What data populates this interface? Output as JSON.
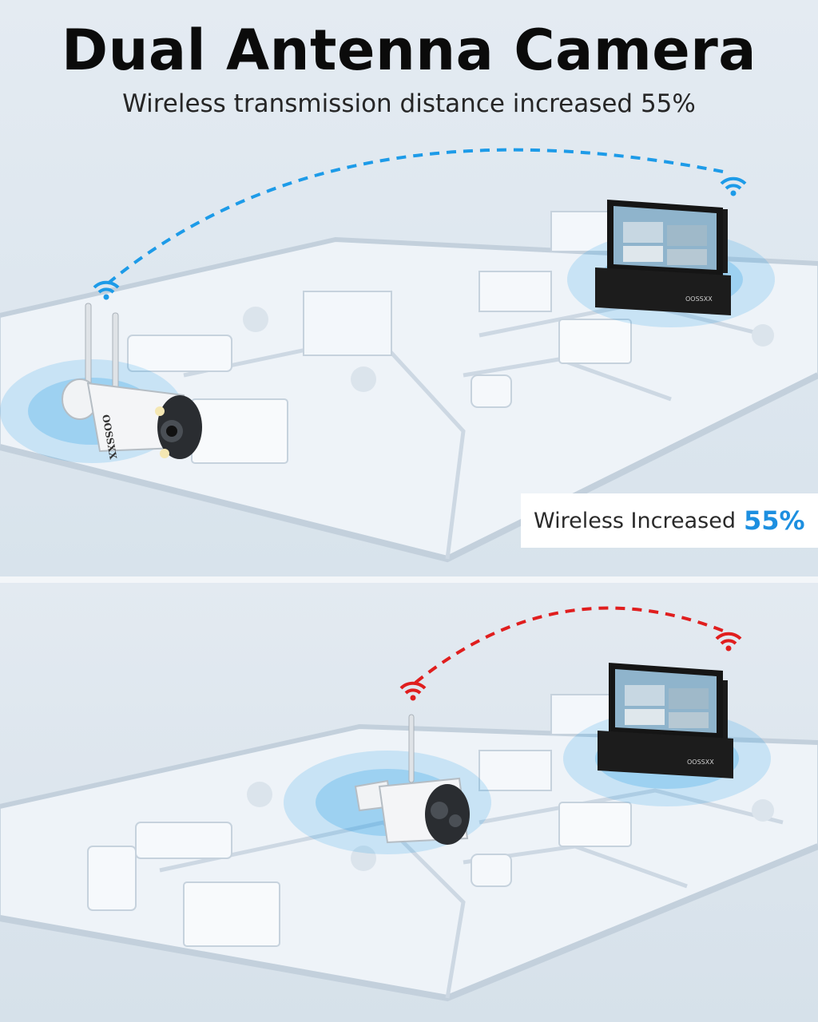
{
  "header": {
    "title": "Dual Antenna Camera",
    "subtitle": "Wireless transmission distance increased 55%"
  },
  "badge": {
    "label": "Wireless Increased",
    "value": "55%"
  },
  "brand": {
    "camera_logo": "OOSSXX",
    "nvr_logo": "OOSSXX"
  },
  "colors": {
    "signal_blue": "#1d9be8",
    "signal_red": "#e01e1e",
    "badge_accent": "#1d8fe0"
  },
  "icons": [
    "wifi-icon",
    "dual-antenna-camera",
    "single-antenna-camera",
    "nvr-monitor"
  ]
}
